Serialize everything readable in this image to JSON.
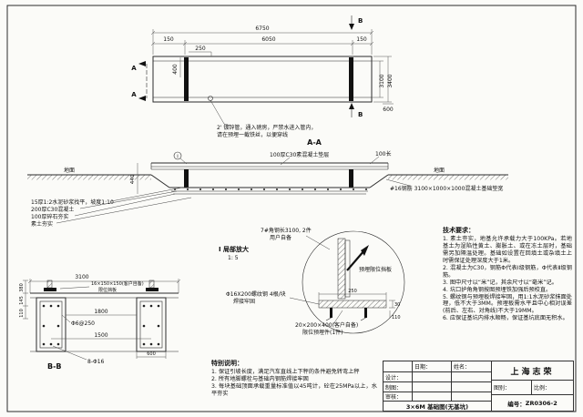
{
  "colors": {
    "line": "#2b2b2b",
    "dim": "#555555",
    "bg": "#fbfbf8"
  },
  "plan": {
    "dim_6750": "6750",
    "dim_6050": "6050",
    "dim_150_l": "150",
    "dim_150_r": "150",
    "dim_250": "250",
    "dim_400": "400",
    "dim_3400": "3400",
    "dim_3100": "3100",
    "dim_600": "600",
    "mark_a1": "A",
    "mark_a2": "A",
    "mark_b1": "B",
    "mark_b2": "B",
    "pipe_note1": "2' 镀锌管，通入磅房，严禁水进入管内，",
    "pipe_note2": "请在预埋一截铁丝，以便穿线"
  },
  "aa": {
    "title": "A-A",
    "ground_l": "地面",
    "ground_r": "地面",
    "bed": "100厚C30素混凝土垫层",
    "len100": "100长",
    "dim_440": "440",
    "detail_mark": "I",
    "layer1": "15厚1:2水泥砂浆找平，坡度1:10",
    "layer2": "200厚C30混凝土",
    "layer3": "100厚碎石夯实",
    "layer4": "素土夯实",
    "rebar": "#16钢筋 3100×1000×1000混凝土基础垫宽"
  },
  "detail": {
    "angle1": "7#角钢长3100, 2件",
    "angle2": "用户自备",
    "title": "I 局部放大",
    "scale": "1: 5",
    "plate": "预埋限位挡板",
    "dim_250": "250",
    "dim_30": "30",
    "dim_110": "110",
    "bolt1": "Φ16X200螺纹钢  4根/块",
    "bolt2": "焊接牢固",
    "embed1": "20×200×400(客户自备)",
    "embed2": "限位预埋件(1件)"
  },
  "bb": {
    "title": "B-B",
    "dim_3100": "3100",
    "dim_1800": "1800",
    "dim_1500": "1500",
    "dim_600": "600",
    "dim_380": "380",
    "dim_145": "145",
    "dim_110": "110",
    "stop1": "16×150×150(客户自备)",
    "stop2": "限位挡板",
    "stirrup": "Φ6@250",
    "rebar": "8-Φ16"
  },
  "tech": {
    "title": "技术要求：",
    "items": [
      "1. 素土夯实，地基允许承载力大于100KPa。若地基土为湿陷性黄土、膨胀土、或在冻土层时，基础需另加隔温处理。基础如设置在回填土或杂填土上时需保证处理深度大于1米。",
      "2. 混凝土为C30，钢筋Φ代表Ⅰ级钢筋，Φ代表Ⅱ级钢筋。",
      "3. 图中尺寸以“米”记，其余尺寸以“毫米”记。",
      "4. 坑口护角角钢按图预埋铁加强后预校直。",
      "5. 螺纹钢与预埋板焊接牢固，用1:1水泥砂浆抹面处理，低不大于3MM。预埋板需水平且中心相对误差(前后、左右、对角线)不大于19MM。",
      "6. 应保证基坑内排水顺畅，保证基坑底面无积水。"
    ]
  },
  "special": {
    "title": "特别说明：",
    "items": [
      "1. 保证引坡长度，满足汽车直线上下秤的条件避免转弯上秤",
      "2. 所有地脚螺栓与基础内钢筋焊接牢固",
      "3. 每块基础顶面承载重量标准值以45吨计，砼在25MPa以上，水平夯实"
    ]
  },
  "titleblock": {
    "company": "上海志荣",
    "header_date": "日期：",
    "header_name": "姓名：",
    "row_design": "设计：",
    "row_draft": "制图：",
    "row_check": "审核：",
    "drawing_title": "3×6M 基础图(无基坑)",
    "type_label": "图别：",
    "scale_label": "比例：",
    "number_label": "编号：",
    "number": "ZR0306-2"
  }
}
